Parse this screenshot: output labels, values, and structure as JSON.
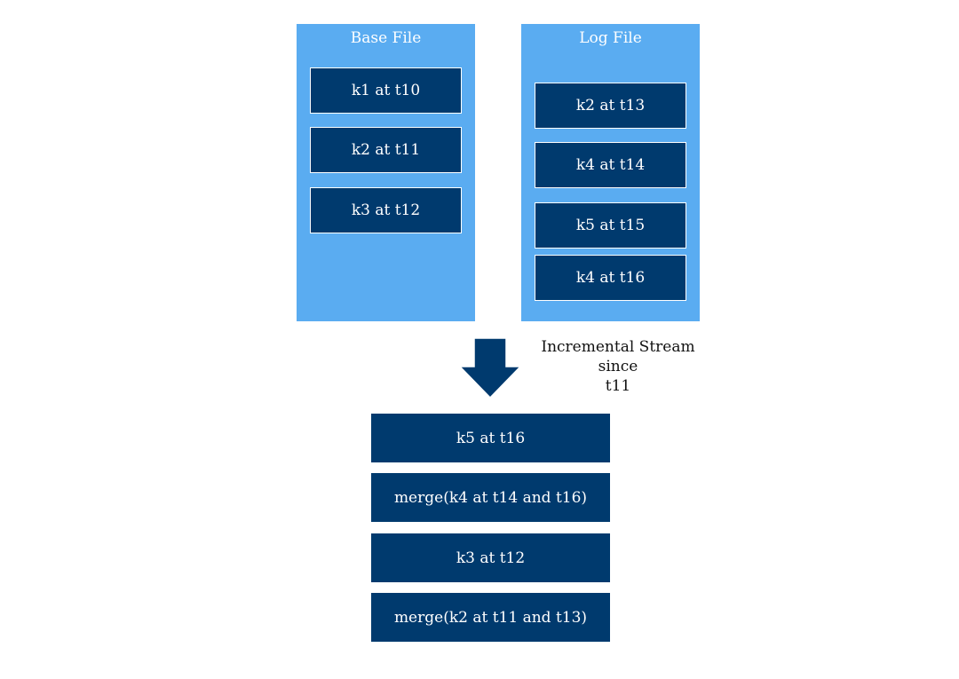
{
  "base_file": {
    "title": "Base File",
    "records": [
      "k1 at t10",
      "k2 at t11",
      "k3 at t12"
    ]
  },
  "log_file": {
    "title": "Log File",
    "records": [
      "k2 at t13",
      "k4 at t14",
      "k5 at t15",
      "k4 at t16"
    ]
  },
  "arrow_caption": {
    "lines": [
      "Incremental Stream",
      "since",
      "t11"
    ]
  },
  "output": {
    "records": [
      "k5 at t16",
      "merge(k4 at t14 and t16)",
      "k3 at t12",
      "merge(k2 at t11 and t13)"
    ]
  },
  "colors": {
    "panel": "#5aacf1",
    "record": "#003a6e",
    "arrow": "#003a6e"
  }
}
